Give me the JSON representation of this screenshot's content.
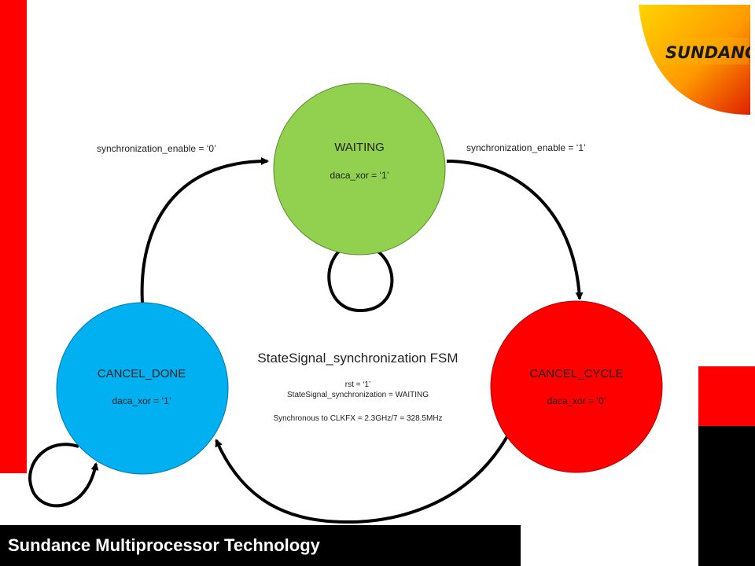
{
  "brand": {
    "logo_text": "SUNDANCE",
    "footer_text": "Sundance Multiprocessor Technology",
    "colors": {
      "accent_red": "#ff0000",
      "footer_bg": "#000000"
    }
  },
  "diagram": {
    "title": "StateSignal_synchronization FSM",
    "reset_line1": "rst = ‘1’",
    "reset_line2": "StateSignal_synchronization = WAITING",
    "clock_note": "Synchronous to CLKFX = 2.3GHz/7 = 328.5MHz",
    "states": {
      "waiting": {
        "name": "WAITING",
        "output": "daca_xor = ‘1’",
        "color": "#92d050"
      },
      "cancel_cycle": {
        "name": "CANCEL_CYCLE",
        "output": "daca_xor = ‘0’",
        "color": "#ff0000"
      },
      "cancel_done": {
        "name": "CANCEL_DONE",
        "output": "daca_xor = ‘1’",
        "color": "#00b0f0"
      }
    },
    "transitions": {
      "waiting_to_cycle": "synchronization_enable = ‘1’",
      "done_to_waiting": "synchronization_enable = ‘0’"
    }
  }
}
